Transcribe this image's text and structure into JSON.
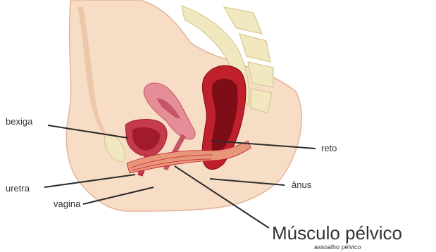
{
  "labels": {
    "bladder": "bexiga",
    "rectum": "reto",
    "urethra": "uretra",
    "anus": "ânus",
    "vagina": "vagina",
    "muscle_title": "Músculo pélvico",
    "muscle_subtitle": "assoalho pélvico"
  },
  "colors": {
    "skin": "#f7dcc6",
    "skin_shade": "#eec7aa",
    "skin_outline": "#e3b596",
    "spine": "#f1e8c0",
    "spine_outline": "#d9c98f",
    "bladder": "#c43b4b",
    "bladder_inner": "#a01c2c",
    "uterus": "#e58e98",
    "uterus_inner": "#c65565",
    "rectum": "#c01f2c",
    "rectum_inner": "#7e0d17",
    "muscle": "#e8967a",
    "leader_line": "#2b2b2b",
    "label_text": "#333333"
  }
}
